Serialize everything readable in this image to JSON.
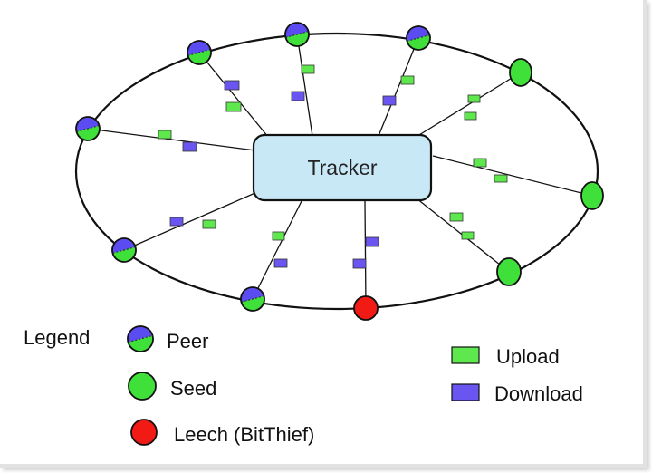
{
  "tracker": {
    "label": "Tracker"
  },
  "legend": {
    "title": "Legend",
    "peer_label": "Peer",
    "seed_label": "Seed",
    "leech_label": "Leech (BitThief)",
    "upload_label": "Upload",
    "download_label": "Download"
  },
  "colors": {
    "peer": "#5b4cf2",
    "seed": "#3fe03a",
    "leech": "#f21a14",
    "upload": "#5fe84e",
    "download": "#6b55f0",
    "tracker_fill": "#c9e8f6"
  }
}
